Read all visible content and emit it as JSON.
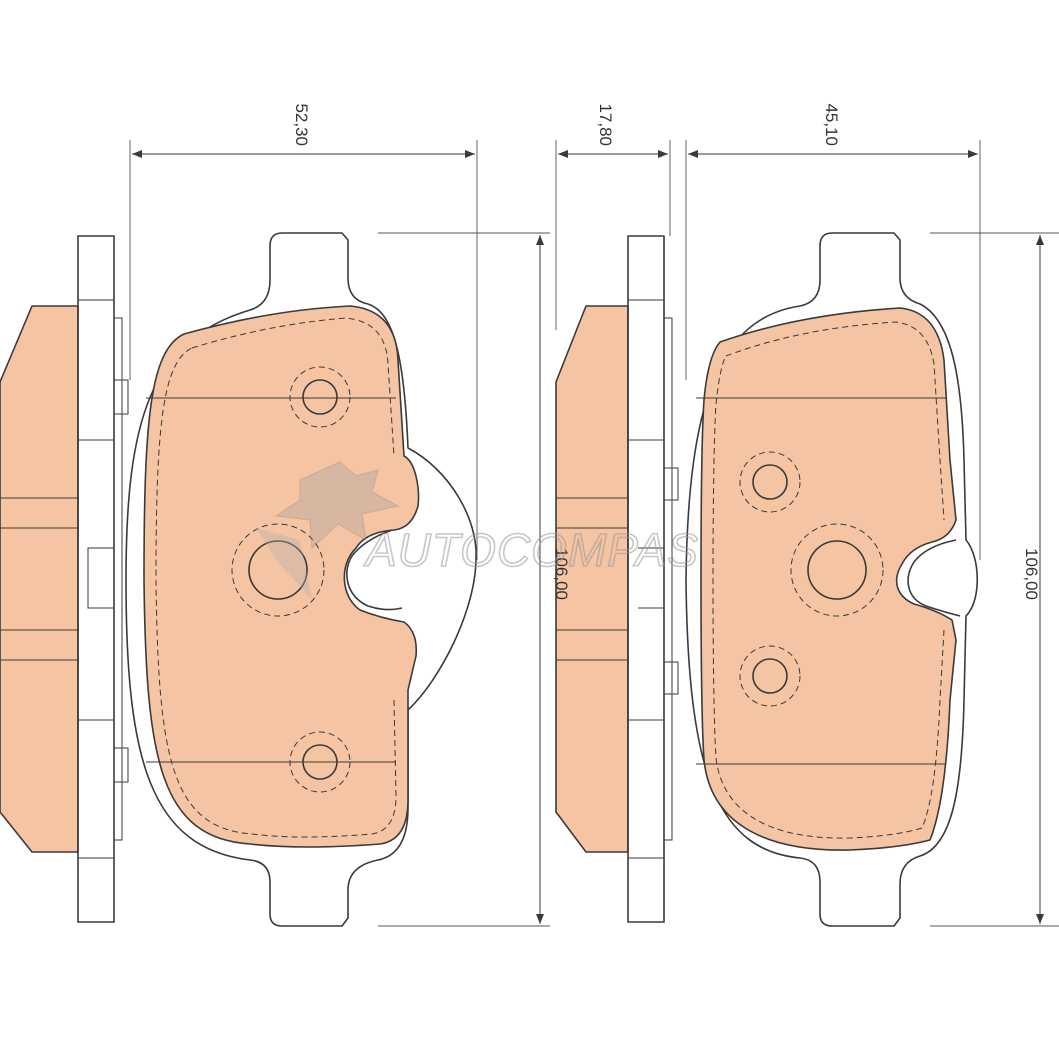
{
  "colors": {
    "friction_fill": "#f5c4a2",
    "line": "#3a3a3a",
    "background": "#ffffff",
    "watermark": "#9a9a9a"
  },
  "dimensions": {
    "left_width": "52,30",
    "thickness": "17,80",
    "right_width": "45,10",
    "left_height": "106,00",
    "right_height": "106,00"
  },
  "watermark": {
    "text": "AUTOCOMPAS",
    "logo": "autocompas-logo-icon"
  }
}
